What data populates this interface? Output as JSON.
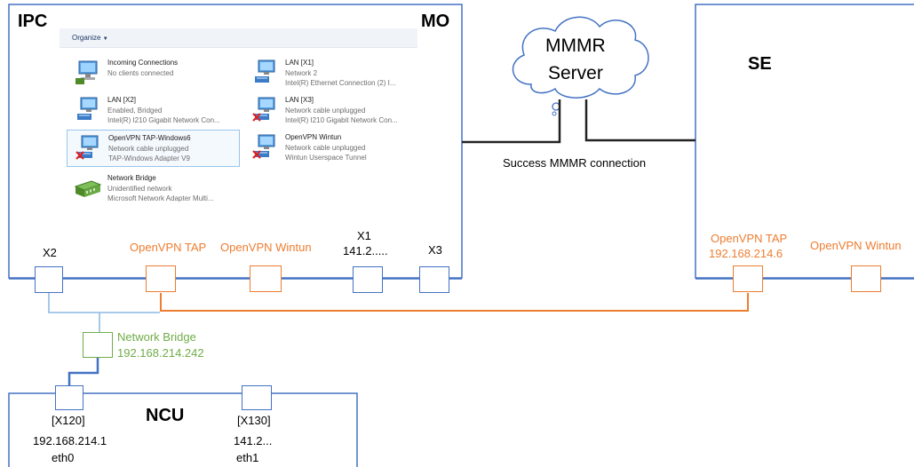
{
  "ipc": {
    "label": "IPC",
    "mo_label": "MO"
  },
  "se": {
    "label": "SE"
  },
  "ncu": {
    "label": "NCU"
  },
  "server": {
    "line1": "MMMR",
    "line2": "Server"
  },
  "connection_label": "Success MMMR connection",
  "window": {
    "organize": "Organize",
    "adapters": [
      {
        "name": "Incoming Connections",
        "line1": "No clients connected",
        "line2": "",
        "icon": "incoming-connections-icon",
        "error": false
      },
      {
        "name": "LAN [X1]",
        "line1": "Network  2",
        "line2": "Intel(R) Ethernet Connection (2) I...",
        "icon": "network-adapter-icon",
        "error": false
      },
      {
        "name": "LAN [X2]",
        "line1": "Enabled, Bridged",
        "line2": "Intel(R) I210 Gigabit Network Con...",
        "icon": "network-adapter-icon",
        "error": false
      },
      {
        "name": "LAN [X3]",
        "line1": "Network cable unplugged",
        "line2": "Intel(R) I210 Gigabit Network Con...",
        "icon": "network-adapter-icon",
        "error": true
      },
      {
        "name": "OpenVPN TAP-Windows6",
        "line1": "Network cable unplugged",
        "line2": "TAP-Windows Adapter V9",
        "icon": "network-adapter-icon",
        "error": true
      },
      {
        "name": "OpenVPN Wintun",
        "line1": "Network cable unplugged",
        "line2": "Wintun Userspace Tunnel",
        "icon": "network-adapter-icon",
        "error": true
      },
      {
        "name": "Network Bridge",
        "line1": "Unidentified network",
        "line2": "Microsoft Network Adapter Multi...",
        "icon": "network-bridge-icon",
        "error": false
      }
    ]
  },
  "ipc_ports": {
    "x2": "X2",
    "openvpn_tap": "OpenVPN TAP",
    "openvpn_wintun": "OpenVPN Wintun",
    "x1": "X1",
    "x1_ip": "141.2.....",
    "x3": "X3"
  },
  "se_ports": {
    "openvpn_tap": "OpenVPN TAP",
    "openvpn_tap_ip": "192.168.214.6",
    "openvpn_wintun": "OpenVPN Wintun"
  },
  "bridge": {
    "label": "Network Bridge",
    "ip": "192.168.214.242"
  },
  "ncu_ports": {
    "x120": "[X120]",
    "x120_ip": "192.168.214.1",
    "x120_if": "eth0",
    "x130": "[X130]",
    "x130_ip": "141.2...",
    "x130_if": "eth1"
  },
  "colors": {
    "box_border": "#4472c4",
    "orange": "#ed7d31",
    "green": "#70ad47",
    "wire_gray": "#9dc3e6",
    "selected_border": "#99c6ea"
  }
}
